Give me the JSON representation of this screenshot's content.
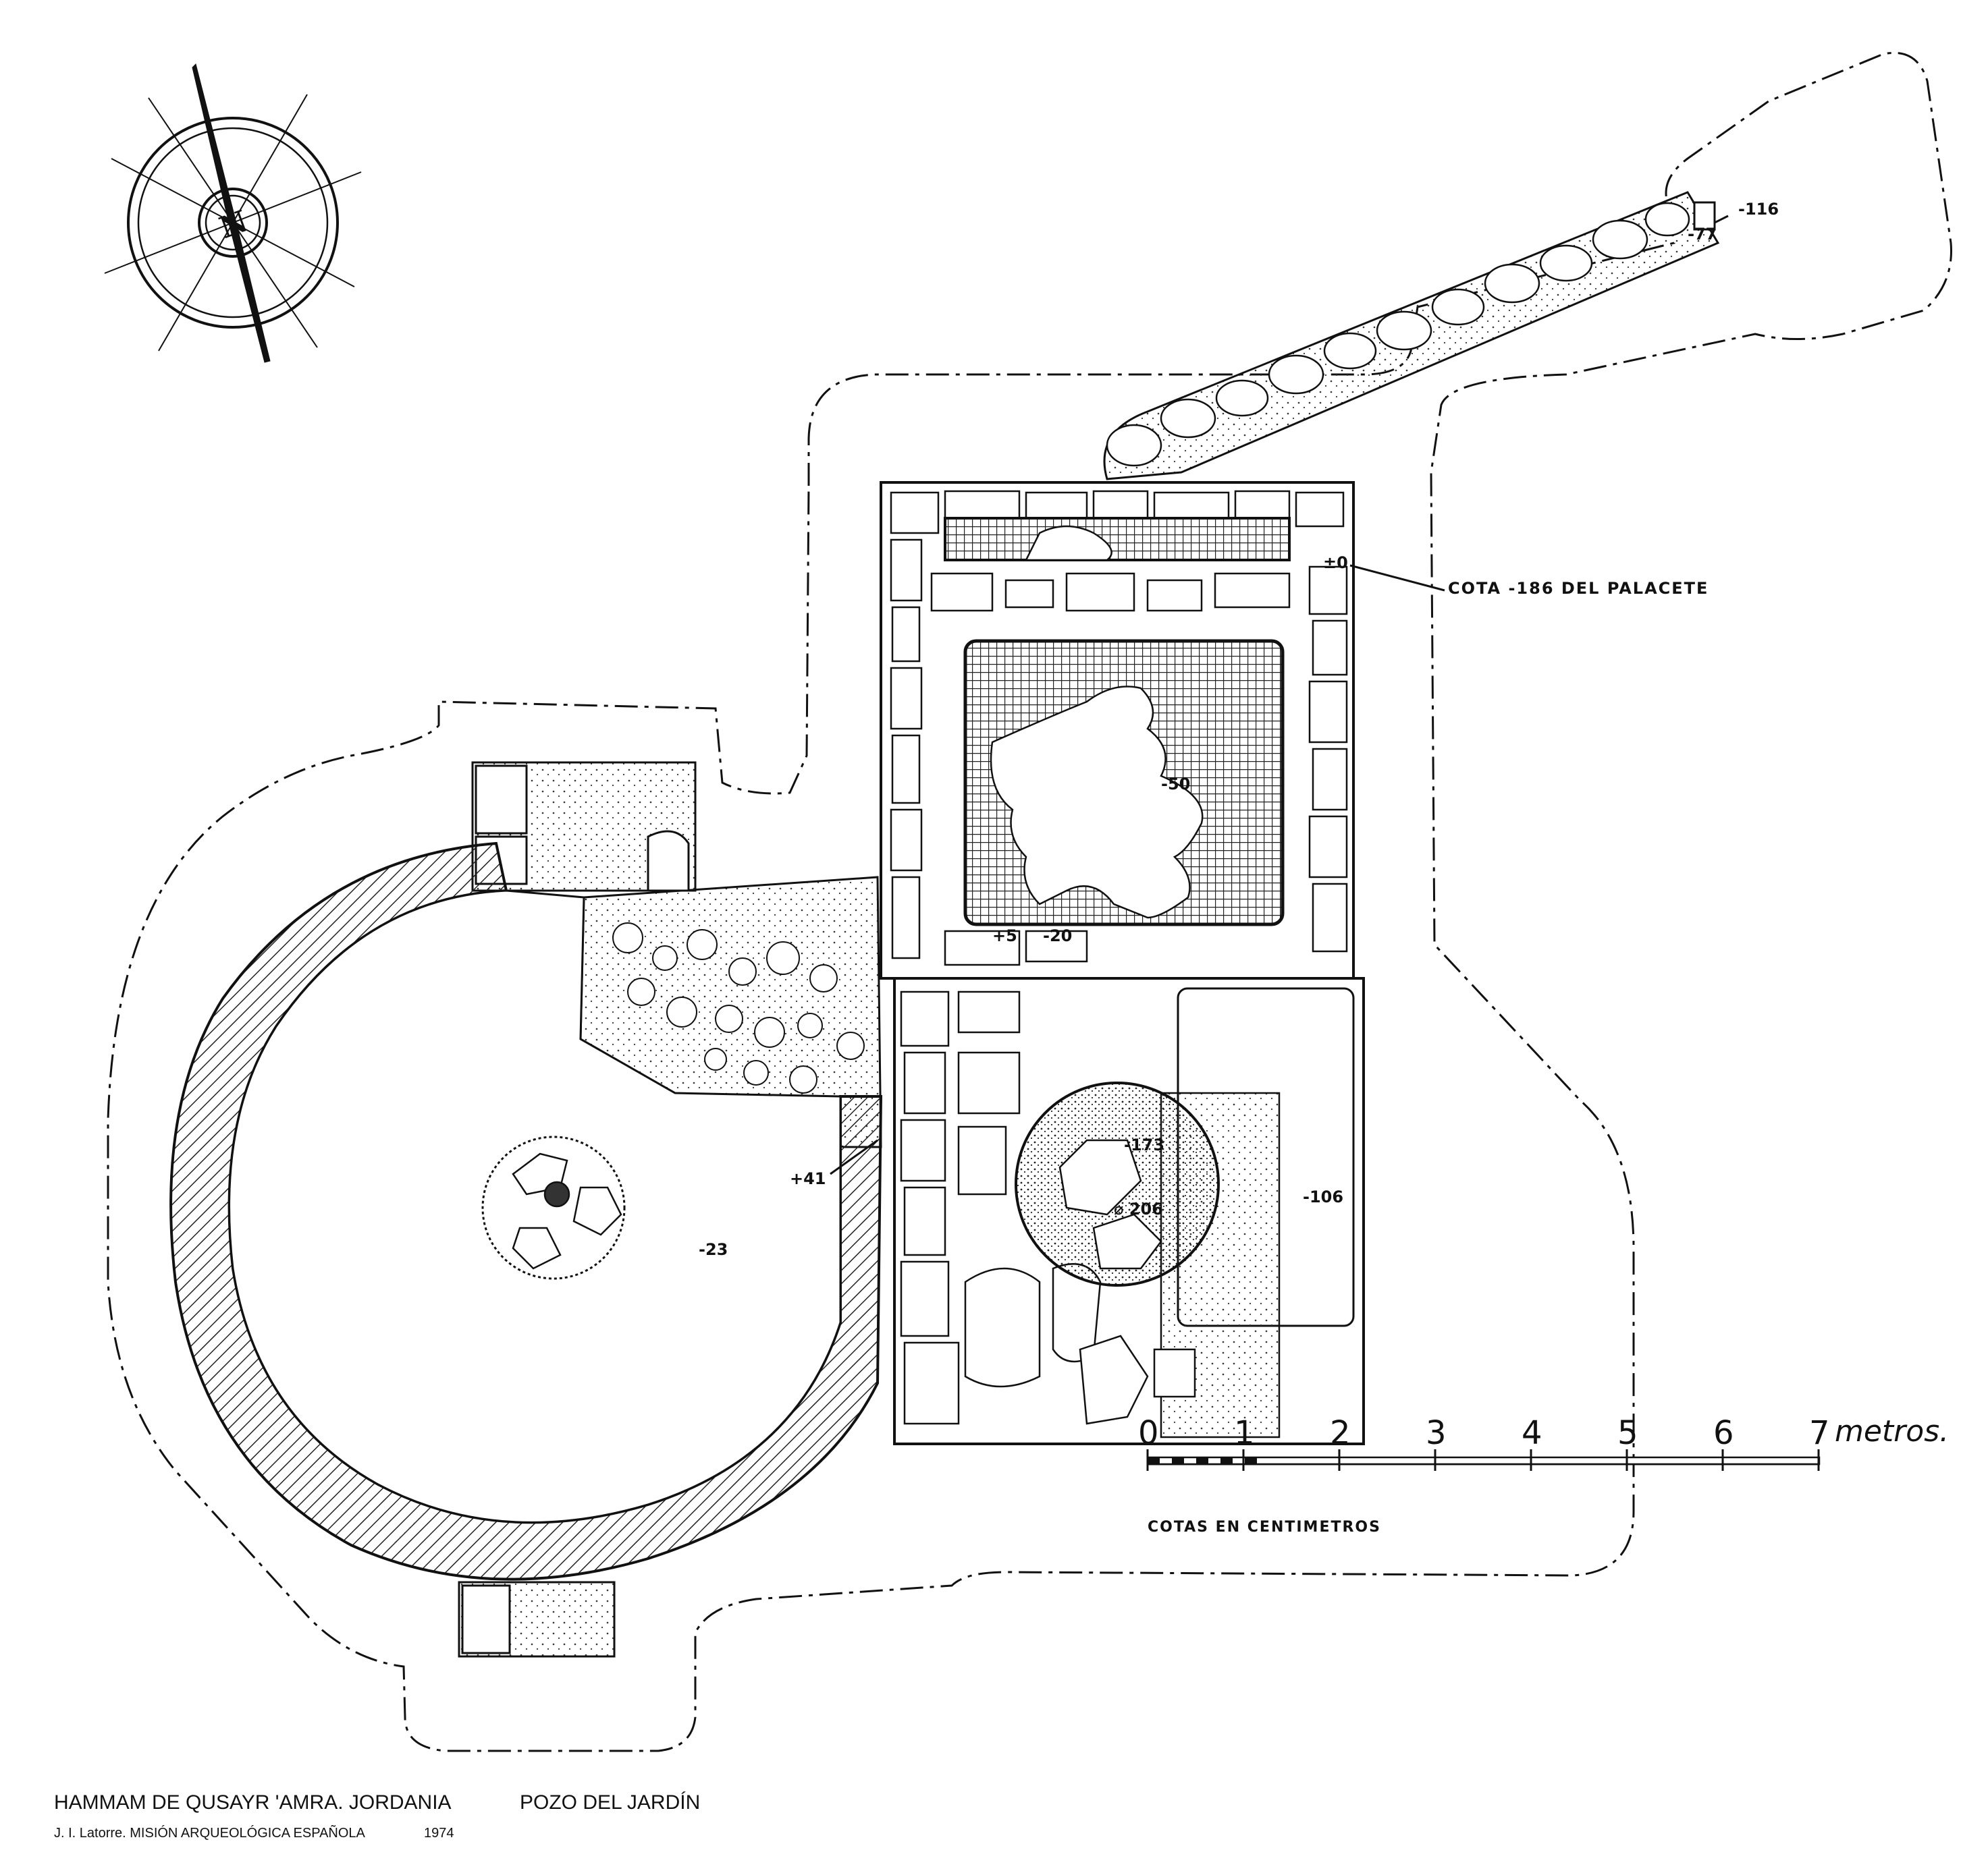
{
  "caption": {
    "title": "HAMMAM DE QUSAYR 'AMRA. JORDANIA",
    "subtitle": "POZO DEL JARDÍN",
    "author": "J. I. Latorre.  MISIÓN ARQUEOLÓGICA ESPAÑOLA",
    "year": "1974"
  },
  "north_label": "N",
  "reference_note": "COTA -186 DEL PALACETE",
  "scale": {
    "ticks": [
      "0",
      "1",
      "2",
      "3",
      "4",
      "5",
      "6",
      "7"
    ],
    "unit": "metros.",
    "note": "COTAS EN CENTIMETROS"
  },
  "elevations": {
    "e116": "-116",
    "e77": "-77",
    "e0": "±0",
    "e50": "-50",
    "e5": "+5",
    "e20": "-20",
    "e41": "+41",
    "e23": "-23",
    "e173": "-173",
    "e206": "⌀ 206",
    "e106": "-106"
  },
  "colors": {
    "ink": "#111111",
    "paper": "#ffffff",
    "hatch": "#333333"
  }
}
